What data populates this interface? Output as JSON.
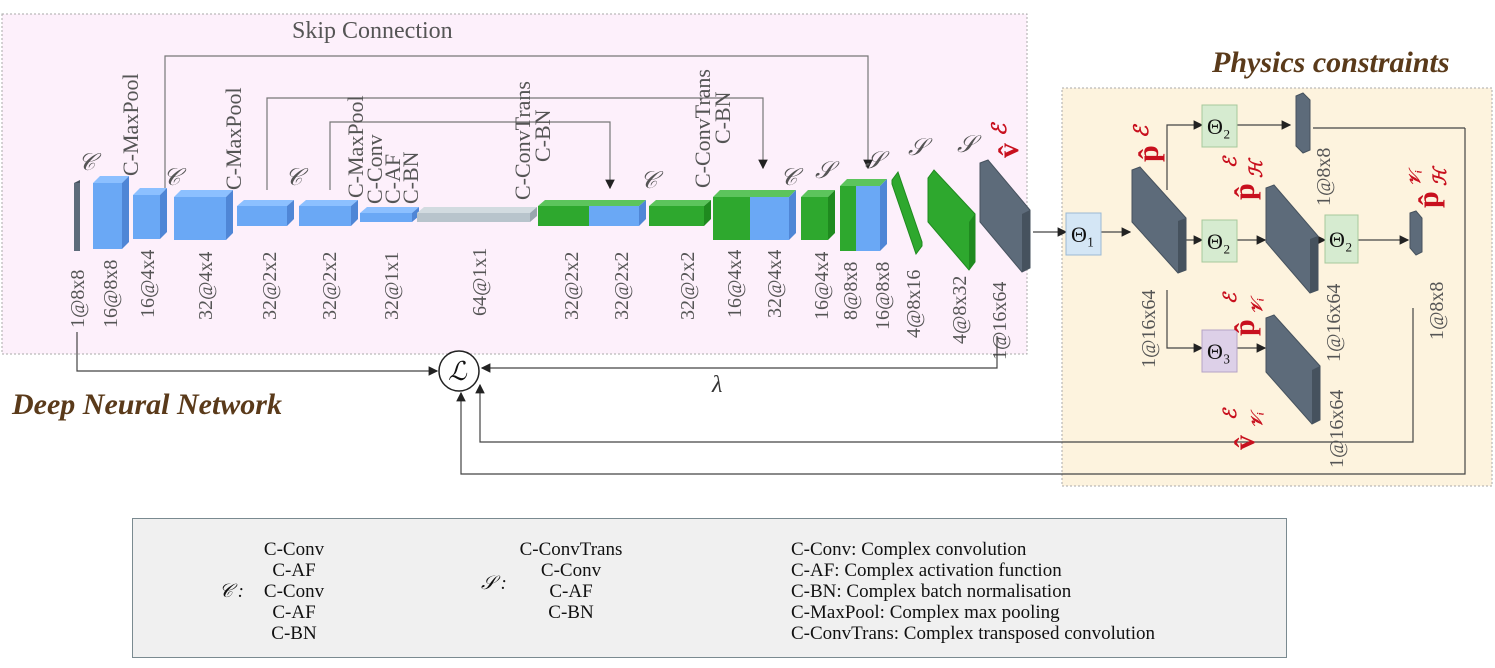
{
  "titles": {
    "deep_neural_network": "Deep Neural Network",
    "physics_constraints": "Physics constraints",
    "skip_connection": "Skip Connection"
  },
  "symbols": {
    "loss": "ℒ",
    "lambda": "λ",
    "calC": "𝒞",
    "calS": "𝒮",
    "theta1": "Θ₁",
    "theta2": "Θ₂",
    "theta3": "Θ₃",
    "v_hat_E": "v̂",
    "p_hat_E": "p̂",
    "p_hat_HE": "p̂",
    "p_hat_HV": "p̂",
    "p_hat_VE": "p̂",
    "v_hat_VE": "v̂",
    "sup_E": "ℰ",
    "sub_H": "ℋ",
    "sub_Vi": "𝒱ᵢ",
    "sup_Vi": "𝒱ᵢ"
  },
  "op_labels": {
    "maxpool1": "C-MaxPool",
    "maxpool2": "C-MaxPool",
    "maxpool3": "C-MaxPool",
    "conv_block": [
      "C-Conv",
      "C-AF",
      "C-BN"
    ],
    "convtrans1": [
      "C-ConvTrans",
      "C-BN"
    ],
    "convtrans2": [
      "C-ConvTrans",
      "C-BN"
    ]
  },
  "block_labels": {
    "b1": "1@8x8",
    "b2": "16@8x8",
    "b3": "16@4x4",
    "b4": "32@4x4",
    "b5": "32@2x2",
    "b6": "32@2x2",
    "b7": "32@1x1",
    "b8": "64@1x1",
    "b9": "32@2x2",
    "b10": "32@2x2",
    "b11": "32@2x2",
    "b12": "16@4x4",
    "b13": "32@4x4",
    "b14": "16@4x4",
    "b15": "8@8x8",
    "b16": "16@8x8",
    "b17": "4@8x16",
    "b18": "4@8x32",
    "b19": "1@16x64",
    "p1": "1@16x64",
    "p2": "1@8x8",
    "p3": "1@16x64",
    "p4": "1@8x8",
    "p5": "1@16x64"
  },
  "legend": {
    "calC_block": [
      "C-Conv",
      "C-AF",
      "C-Conv",
      "C-AF",
      "C-BN"
    ],
    "calC_symbol": "𝒞 :",
    "calS_block": [
      "C-ConvTrans",
      "C-Conv",
      "C-AF",
      "C-BN"
    ],
    "calS_symbol": "𝒮 :",
    "definitions": [
      "C-Conv: Complex convolution",
      "C-AF: Complex activation function",
      "C-BN: Complex batch normalisation",
      "C-MaxPool: Complex max pooling",
      "C-ConvTrans: Complex transposed convolution"
    ]
  },
  "colors": {
    "dnn_bg": "#fdf0fb",
    "physics_bg": "#fdf3de",
    "blue": "#6aa8f5",
    "green": "#2ea82e",
    "dark": "#5d6b7a",
    "gray_block": "#b8c4cc",
    "red": "#c8101e",
    "title_brown": "#5a3a1a",
    "theta_green": "#d6ebd0",
    "theta_blue": "#d4e6f5",
    "theta_purple": "#ddd0e8"
  }
}
